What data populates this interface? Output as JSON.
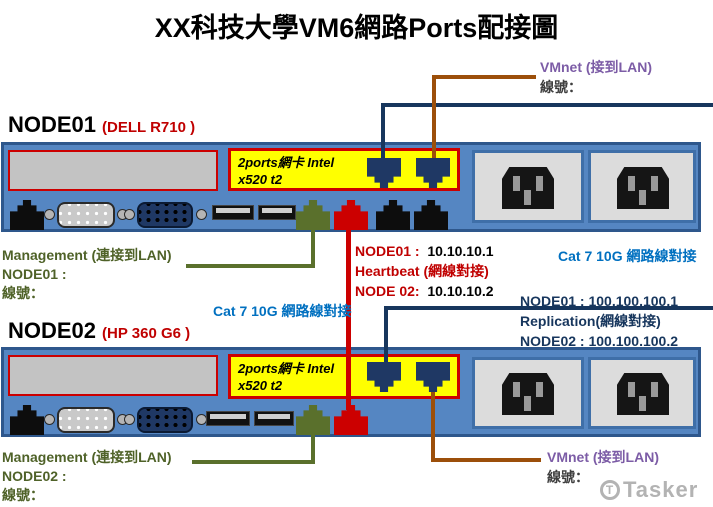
{
  "title": "XX科技大學VM6網路Ports配接圖",
  "watermark": "Tasker",
  "watermark_icon": "T",
  "colors": {
    "chassis_blue": "#5586c2",
    "chassis_border": "#2e578c",
    "nic_yellow": "#ffff00",
    "nic_border_red": "#cc0000",
    "port_navy": "#1f3864",
    "cable_navy": "#17365d",
    "cable_brown": "#9c4f0a",
    "cable_green": "#5a702c",
    "cable_red": "#cc0000",
    "text_red": "#c00000",
    "text_blue": "#0070c0",
    "text_purple": "#7c5ca6",
    "text_olive": "#4f6228",
    "text_navy": "#17365d"
  },
  "node01": {
    "name": "NODE01",
    "model": "(DELL R710 )",
    "nic_line1": "2ports網卡 Intel",
    "nic_line2": "x520 t2"
  },
  "node02": {
    "name": "NODE02",
    "model": "(HP 360  G6 )",
    "nic_line1": "2ports網卡 Intel",
    "nic_line2": "x520 t2"
  },
  "labels": {
    "vmnet_top_1": "VMnet (接到LAN)",
    "vmnet_top_2": "線號：",
    "vmnet_bottom_1": "VMnet (接到LAN)",
    "vmnet_bottom_2": "線號：",
    "mgmt1_1": "Management (連接到LAN)",
    "mgmt1_2": "NODE01 :",
    "mgmt1_3": "線號：",
    "mgmt2_1": "Management (連接到LAN)",
    "mgmt2_2": "NODE02 :",
    "mgmt2_3": "線號：",
    "hb_node1_label": "NODE01 :",
    "hb_node1_ip": "10.10.10.1",
    "hb_title": "Heartbeat (網線對接)",
    "hb_node2_label": "NODE 02:",
    "hb_node2_ip": "10.10.10.2",
    "cat7_right": "Cat 7  10G 網路線對接",
    "cat7_left": "Cat 7  10G 網路線對接",
    "repl_1": "NODE01 : 100.100.100.1",
    "repl_2": "Replication(網線對接)",
    "repl_3": "NODE02 : 100.100.100.2"
  }
}
